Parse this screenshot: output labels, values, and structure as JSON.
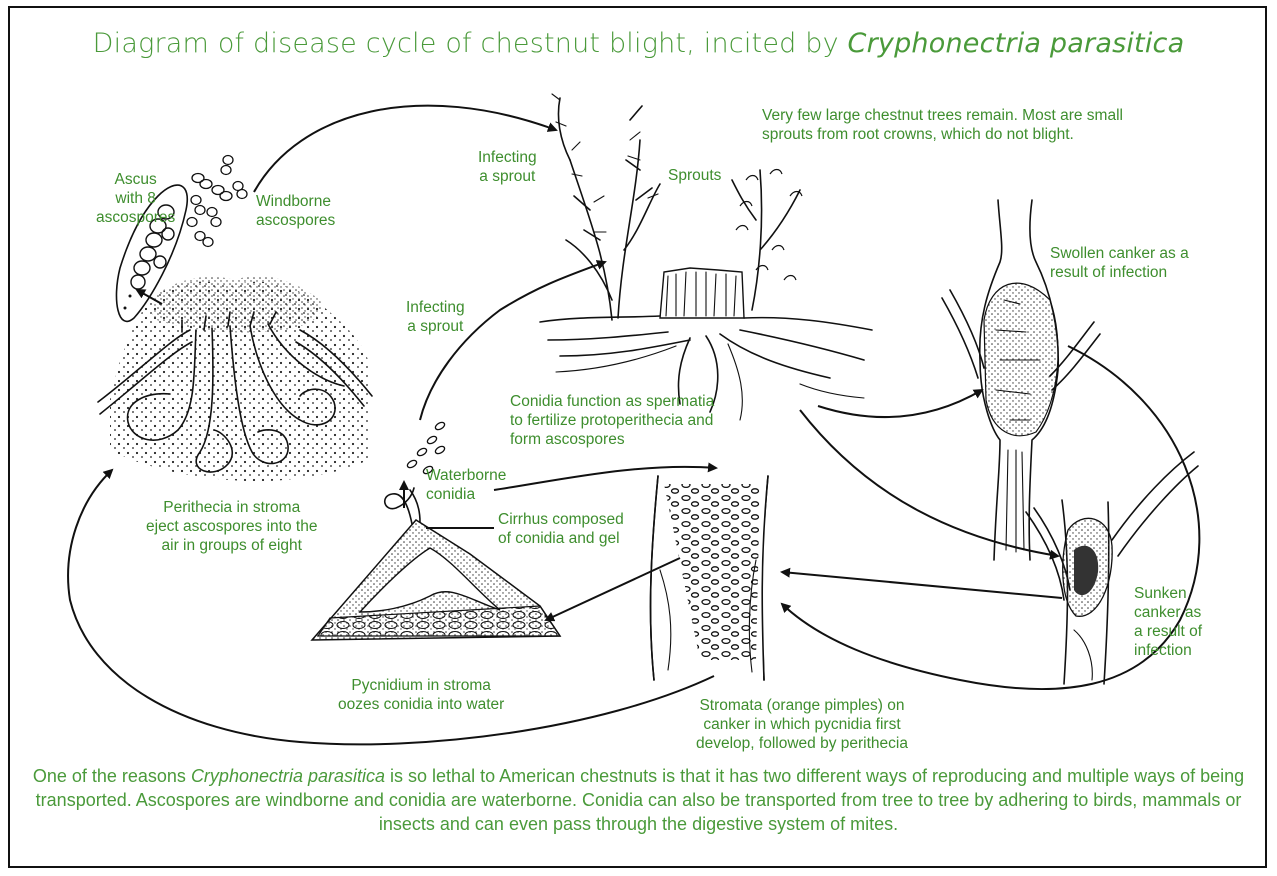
{
  "title": {
    "prefix": "Diagram of disease cycle of chestnut blight, incited by ",
    "species": "Cryphonectria parasitica"
  },
  "labels": {
    "ascus": [
      "Ascus",
      "with 8",
      "ascospores"
    ],
    "windborne": [
      "Windborne",
      "ascospores"
    ],
    "infecting_top": [
      "Infecting",
      "a sprout"
    ],
    "sprouts": "Sprouts",
    "few_trees": [
      "Very few large chestnut trees remain. Most are small",
      "sprouts from root crowns, which do not blight."
    ],
    "infecting_mid": [
      "Infecting",
      "a sprout"
    ],
    "swollen": [
      "Swollen canker as a",
      "result of infection"
    ],
    "conidia_function": [
      "Conidia function as spermatia",
      "to fertilize protoperithecia and",
      "form ascospores"
    ],
    "waterborne": [
      "Waterborne",
      "conidia"
    ],
    "perithecia": [
      "Perithecia in stroma",
      "eject ascospores into the",
      "air in groups of eight"
    ],
    "cirrhus": [
      "Cirrhus composed",
      "of conidia and gel"
    ],
    "sunken": [
      "Sunken",
      "canker as",
      "a result of",
      "infection"
    ],
    "pycnidium": [
      "Pycnidium in stroma",
      "oozes conidia into water"
    ],
    "stromata": [
      "Stromata (orange pimples) on",
      "canker in which pycnidia first",
      "develop, followed by perithecia"
    ]
  },
  "caption": {
    "part1": "One of the reasons ",
    "species": "Cryphonectria parasitica",
    "part2": " is so lethal to American chestnuts is that it has two different ways of reproducing and multiple ways of being transported. Ascospores are windborne and conidia are waterborne. Conidia can also be transported from tree to tree by adhering to birds, mammals or insects and can even pass through the digestive system of mites."
  },
  "colors": {
    "text_green": "#3e8e2e",
    "title_green": "#4a9a3a",
    "ink": "#111111"
  }
}
